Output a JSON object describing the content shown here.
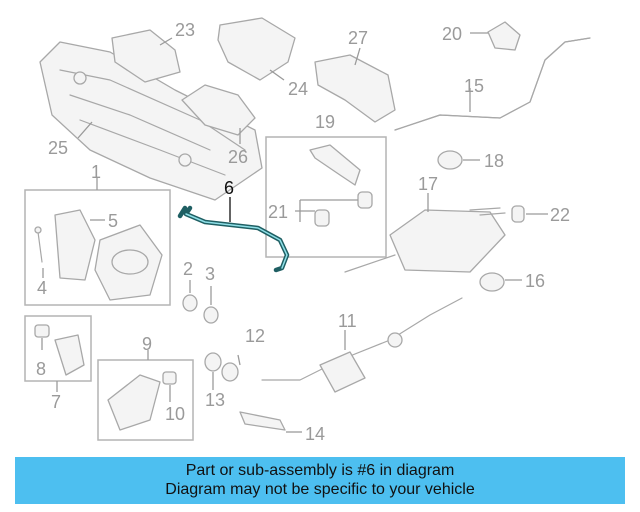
{
  "diagram": {
    "highlight_color": "#1f5f63",
    "callouts": {
      "p1": "1",
      "p2": "2",
      "p3": "3",
      "p4": "4",
      "p5": "5",
      "p6": "6",
      "p7": "7",
      "p8": "8",
      "p9": "9",
      "p10": "10",
      "p11": "11",
      "p12": "12",
      "p13": "13",
      "p14": "14",
      "p15": "15",
      "p16": "16",
      "p17": "17",
      "p18": "18",
      "p19": "19",
      "p20": "20",
      "p21": "21",
      "p22": "22",
      "p23": "23",
      "p24": "24",
      "p25": "25",
      "p26": "26",
      "p27": "27"
    }
  },
  "banner": {
    "line1": "Part or sub-assembly is #6 in diagram",
    "line2": "Diagram may not be specific to your vehicle",
    "color": "#4dbff0"
  }
}
